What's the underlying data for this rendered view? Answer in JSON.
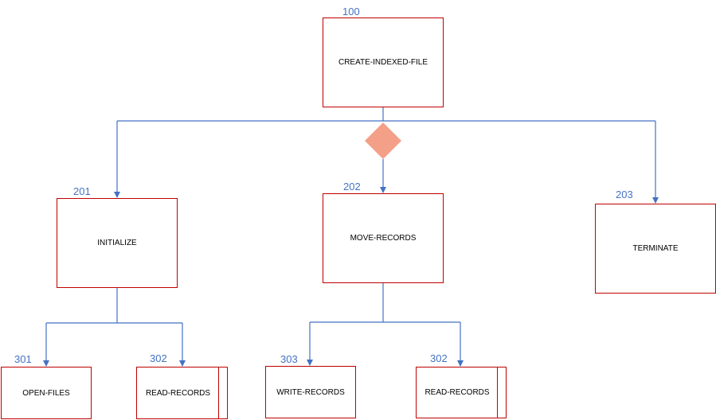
{
  "colors": {
    "box_border": "#c00000",
    "connector": "#4472c4",
    "number_text": "#4472c4",
    "decision_fill": "#f4a088"
  },
  "decision": {
    "shape": "diamond",
    "fill": "#f4a088"
  },
  "modules": {
    "m100": {
      "number": "100",
      "label": "CREATE-INDEXED-FILE"
    },
    "m201": {
      "number": "201",
      "label": "INITIALIZE"
    },
    "m202": {
      "number": "202",
      "label": "MOVE-RECORDS"
    },
    "m203": {
      "number": "203",
      "label": "TERMINATE"
    },
    "m301": {
      "number": "301",
      "label": "OPEN-FILES"
    },
    "m302a": {
      "number": "302",
      "label": "READ-RECORDS",
      "predefined": true
    },
    "m303": {
      "number": "303",
      "label": "WRITE-RECORDS"
    },
    "m302b": {
      "number": "302",
      "label": "READ-RECORDS",
      "predefined": true
    }
  }
}
